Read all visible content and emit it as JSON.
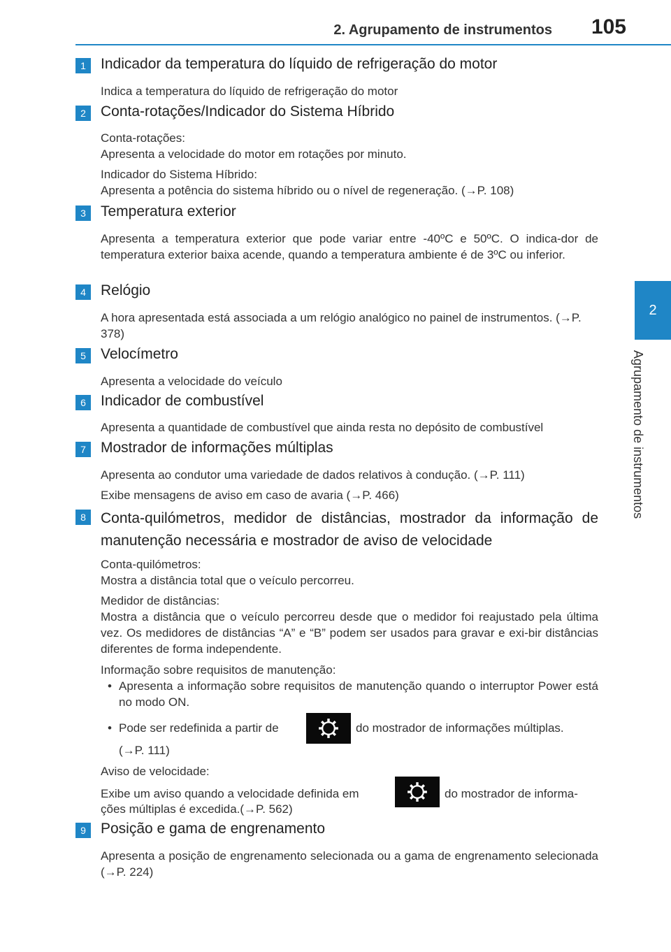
{
  "header": {
    "section": "2. Agrupamento de instrumentos",
    "page_number": "105"
  },
  "side_tab": {
    "number": "2",
    "label": "Agrupamento de instrumentos"
  },
  "items": [
    {
      "num": "1",
      "title": "Indicador da temperatura do líquido de refrigeração do motor",
      "p1": "Indica a temperatura do líquido de refrigeração do motor"
    },
    {
      "num": "2",
      "title": "Conta-rotações/Indicador do Sistema Híbrido",
      "p1": "Conta-rotações:",
      "p2": "Apresenta a velocidade do motor em rotações por minuto.",
      "p3": "Indicador do Sistema Híbrido:",
      "p4": "Apresenta a potência do sistema híbrido ou o nível de regeneração. (→P. 108)"
    },
    {
      "num": "3",
      "title": "Temperatura exterior",
      "p1": "Apresenta a temperatura exterior que pode variar entre -40ºC e 50ºC. O indica-dor de temperatura exterior baixa acende, quando a temperatura ambiente é de 3ºC ou inferior."
    },
    {
      "num": "4",
      "title": "Relógio",
      "p1": "A hora apresentada está associada a um relógio analógico no painel de instrumentos. (→P. 378)"
    },
    {
      "num": "5",
      "title": "Velocímetro",
      "p1": "Apresenta a velocidade do veículo"
    },
    {
      "num": "6",
      "title": "Indicador de combustível",
      "p1": "Apresenta a quantidade de combustível que ainda resta no depósito de combustível"
    },
    {
      "num": "7",
      "title": "Mostrador de informações múltiplas",
      "p1": "Apresenta ao condutor uma variedade de dados relativos à condução. (→P. 111)",
      "p2": "Exibe mensagens  de aviso em caso de avaria (→P. 466)"
    },
    {
      "num": "8",
      "title": "Conta-quilómetros, medidor de distâncias, mostrador da informação de manutenção necessária e mostrador de aviso de velocidade",
      "p1": "Conta-quilómetros:",
      "p2": "Mostra a distância total que o veículo percorreu.",
      "p3": "Medidor de distâncias:",
      "p4": "Mostra a distância que o veículo percorreu desde que o medidor foi reajustado pela última vez. Os medidores de distâncias “A” e “B” podem ser usados para gravar e exi-bir distâncias diferentes de forma independente.",
      "p5": "Informação sobre requisitos de manutenção:",
      "b1": "Apresenta a informação sobre requisitos de manutenção quando o interruptor Power está no modo ON.",
      "b2a": "Pode ser redefinida a partir de",
      "b2b": "do mostrador de informações múltiplas.",
      "b2c": "(→P. 111)",
      "p6": "Aviso de velocidade:",
      "p7a": "Exibe um aviso quando a velocidade definida em",
      "p7b": "do mostrador de informa-",
      "p7c": "ções múltiplas é excedida.(→P. 562)"
    },
    {
      "num": "9",
      "title": "Posição e gama de engrenamento",
      "p1": "Apresenta a posição de engrenamento selecionada ou a gama de engrenamento selecionada (→P. 224)"
    }
  ],
  "icons": {
    "settings": "gear-icon",
    "bullet": "•"
  },
  "colors": {
    "accent": "#1f86c6"
  }
}
